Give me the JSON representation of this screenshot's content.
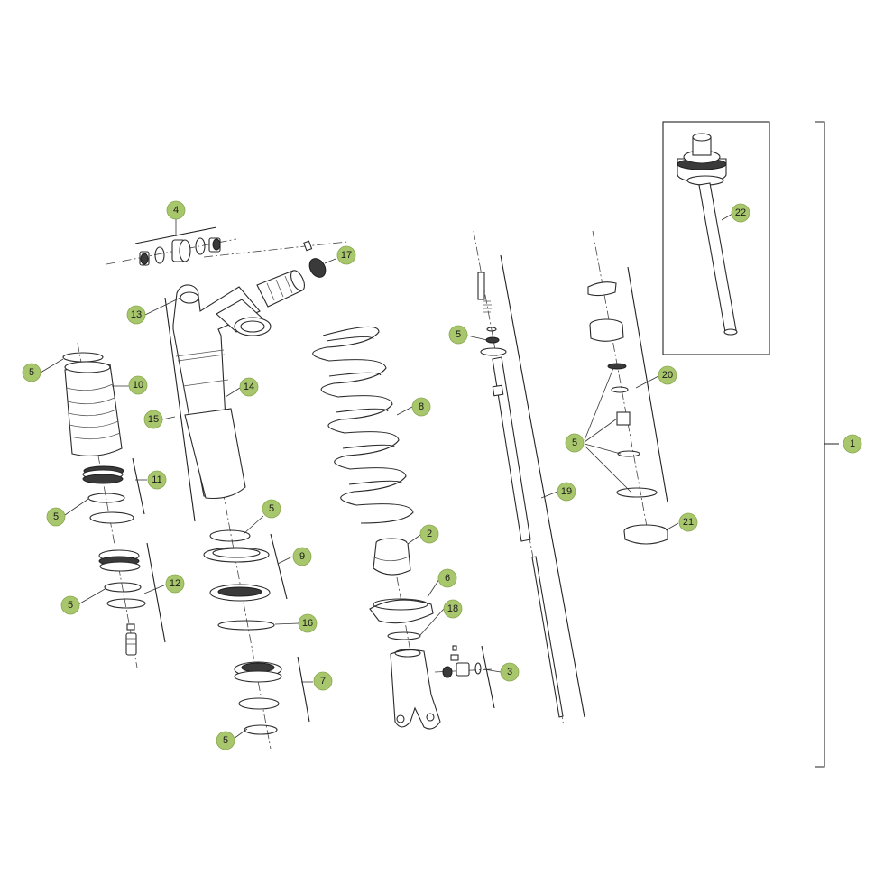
{
  "callouts": [
    "1",
    "2",
    "3",
    "4",
    "5",
    "6",
    "7",
    "8",
    "9",
    "10",
    "11",
    "12",
    "13",
    "14",
    "15",
    "16",
    "17",
    "18",
    "19",
    "20",
    "21",
    "22"
  ],
  "colors": {
    "callout_fill": "#a8c66c",
    "line": "#2a2a2a",
    "background": "#ffffff"
  }
}
